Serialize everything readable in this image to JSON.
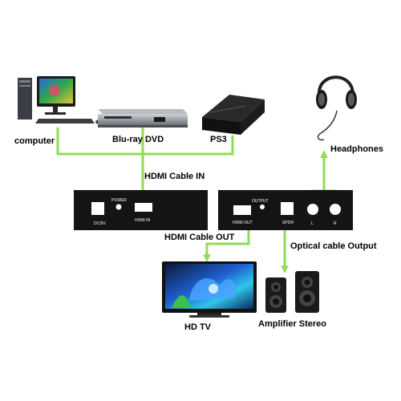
{
  "labels": {
    "computer": "computer",
    "bluray": "Blu-ray DVD",
    "ps3": "PS3",
    "headphones": "Headphones",
    "hdmi_in": "HDMI Cable IN",
    "hdmi_out": "HDMI Cable OUT",
    "optical": "Optical cable Output",
    "hdtv": "HD TV",
    "amplifier": "Amplifier Stereo"
  },
  "front_panel": {
    "dc": "DC/5V",
    "power": "POWER",
    "hdmi_in": "HDMI IN"
  },
  "rear_panel": {
    "output": "OUTPUT",
    "hdmi_out": "HDMI OUT",
    "spdif": "SPDIF",
    "left": "L",
    "right": "R"
  },
  "colors": {
    "cable": "#8fdc55",
    "box": "#141414",
    "text": "#000000"
  },
  "icons": [
    "computer-icon",
    "bluray-player-icon",
    "ps3-console-icon",
    "headphones-icon",
    "hdtv-icon",
    "speaker-icon"
  ]
}
